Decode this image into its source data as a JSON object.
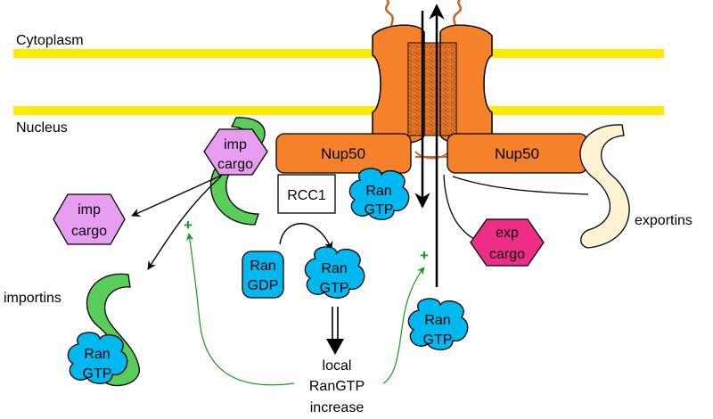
{
  "compartments": {
    "cytoplasm": "Cytoplasm",
    "nucleus": "Nucleus"
  },
  "proteins": {
    "nup50_left": "Nup50",
    "nup50_right": "Nup50",
    "rcc1": "RCC1",
    "imp_cargo_bound": [
      "imp",
      "cargo"
    ],
    "imp_cargo_free": [
      "imp",
      "cargo"
    ],
    "exp_cargo": [
      "exp",
      "cargo"
    ],
    "ran_gtp_pore": [
      "Ran",
      "GTP"
    ],
    "ran_gdp": [
      "Ran",
      "GDP"
    ],
    "ran_gtp_center": [
      "Ran",
      "GTP"
    ],
    "ran_gtp_right": [
      "Ran",
      "GTP"
    ],
    "ran_gtp_importin": [
      "Ran",
      "GTP"
    ]
  },
  "labels": {
    "importins": "importins",
    "exportins": "exportins",
    "local_increase": [
      "local",
      "RanGTP",
      "increase"
    ],
    "plus_left": "+",
    "plus_right": "+"
  },
  "colors": {
    "membrane": "#ffea00",
    "pore": "#f5822a",
    "pore_dark": "#c9631f",
    "ran": "#00b8f0",
    "importin": "#5acc5a",
    "imp_cargo": "#e89ef0",
    "exp_cargo": "#ee2e86",
    "exportin": "#fdf3d2",
    "activation": "#1a9a1a"
  }
}
